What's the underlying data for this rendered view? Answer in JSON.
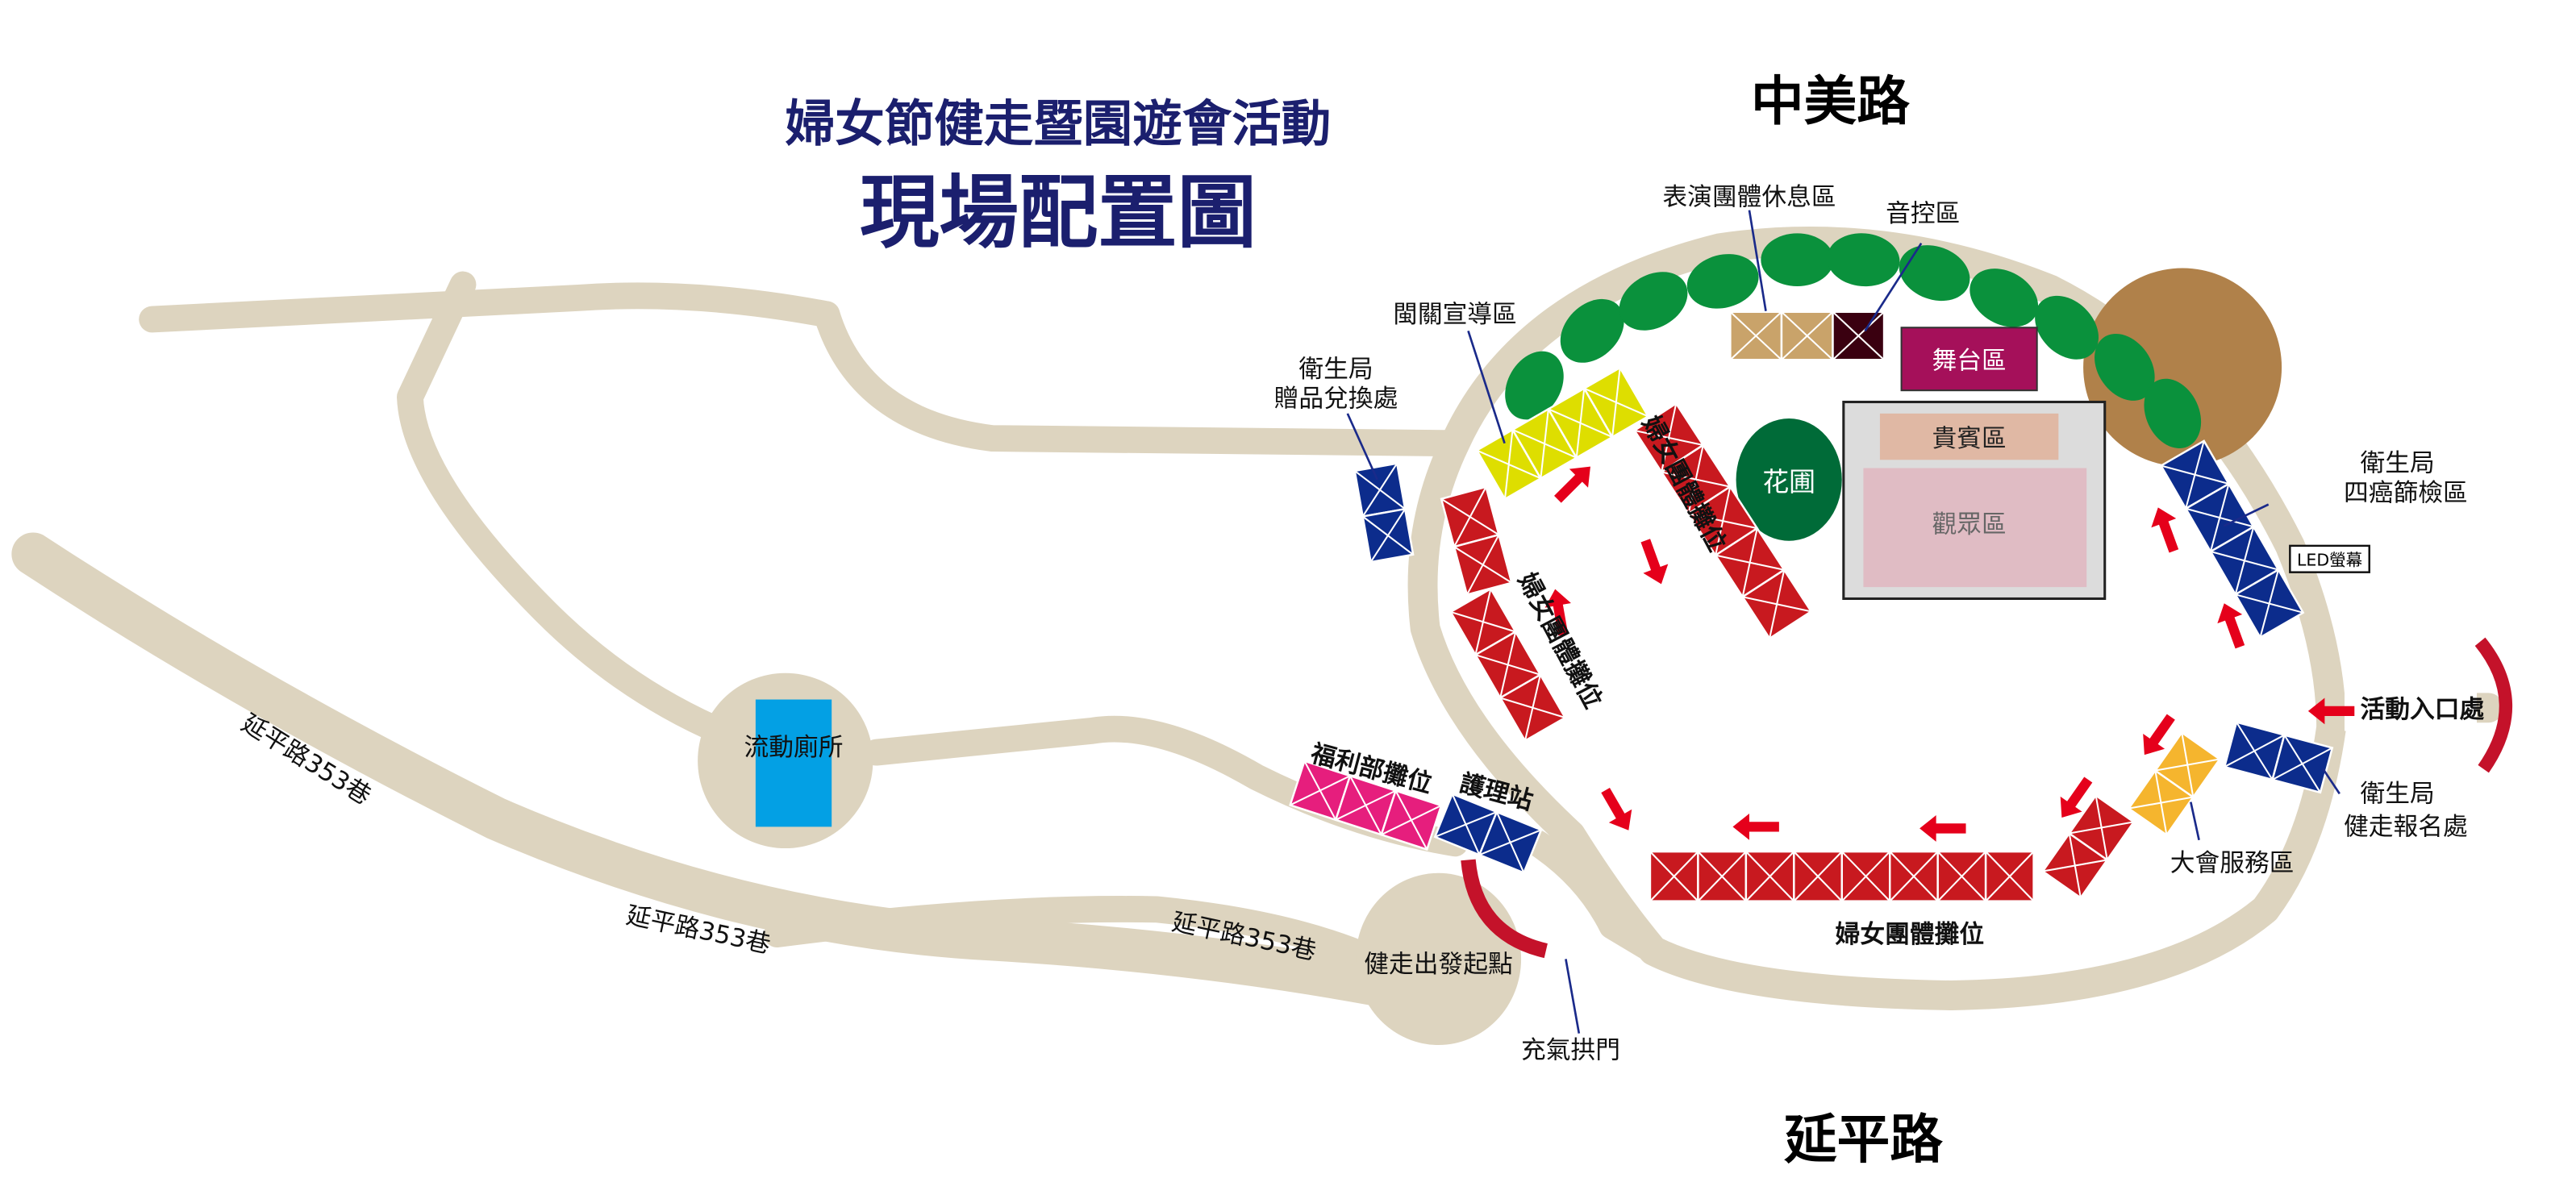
{
  "title": {
    "line1": "婦女節健走暨園遊會活動",
    "line2": "現場配置圖"
  },
  "roads": {
    "north": "中美路",
    "south": "延平路",
    "lane1": "延平路353巷",
    "lane2": "延平路353巷",
    "lane3": "延平路353巷"
  },
  "areas": {
    "toilet": "流動廁所",
    "start": "健走出發起點",
    "arch": "充氣拱門",
    "welfare": "福利部攤位",
    "nurse": "護理站",
    "gift_1": "衛生局",
    "gift_2": "贈品兌換處",
    "promo": "閩關宣導區",
    "rest": "表演團體休息區",
    "sound": "音控區",
    "stage": "舞台區",
    "garden": "花圃",
    "vip": "貴賓區",
    "audience": "觀眾區",
    "screening_1": "衛生局",
    "screening_2": "四癌篩檢區",
    "led": "LED螢幕",
    "entrance": "活動入口處",
    "signup_1": "衛生局",
    "signup_2": "健走報名處",
    "service": "大會服務區",
    "women_stalls_1": "婦女團體攤位",
    "women_stalls_2": "婦女團體攤位",
    "women_stalls_3": "婦女團體攤位"
  },
  "colors": {
    "road": "#ddd4bf",
    "red": "#c8191f",
    "blue": "#0c2c8c",
    "yellow": "#dede00",
    "orange": "#f5b52e",
    "pink": "#e61e7d",
    "green": "#0a913c",
    "stage": "#a5105a",
    "title": "#1b1f6e"
  }
}
